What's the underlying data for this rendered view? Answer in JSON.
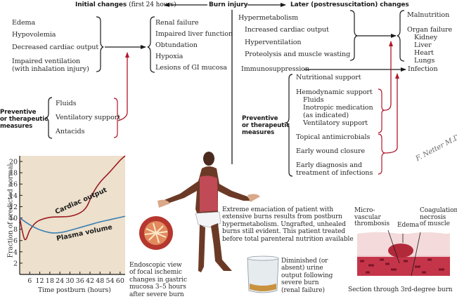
{
  "header": {
    "burn_injury": "Burn injury",
    "initial_changes_bold": "Initial changes",
    "initial_changes_note": "(first 24 hours)",
    "later_changes": "Later (postresuscitation) changes"
  },
  "initial": {
    "causes": [
      "Edema",
      "Hypovolemia",
      "Decreased cardiac output",
      "Impaired ventilation",
      "(with inhalation injury)"
    ],
    "effects": [
      "Renal failure",
      "Impaired liver function",
      "Obtundation",
      "Hypoxia",
      "Lesions of GI mucosa"
    ],
    "measures_label": [
      "Preventive",
      "or therapeutic",
      "measures"
    ],
    "measures": [
      "Fluids",
      "Ventilatory support",
      "Antacids"
    ]
  },
  "later": {
    "causes": [
      "Hypermetabolism",
      "Increased cardiac output",
      "Hyperventilation",
      "Proteolysis and muscle wasting"
    ],
    "effects": [
      "Malnutrition",
      "Organ failure",
      "Kidney",
      "Liver",
      "Heart",
      "Lungs"
    ],
    "immuno": "Immunosuppression",
    "infection": "Infection",
    "measures_label": [
      "Preventive",
      "or therapeutic",
      "measures"
    ],
    "measures": [
      "Nutritional support",
      "Hemodynamic support",
      "Fluids",
      "Inotropic medication",
      "(as indicated)",
      "Ventilatory support",
      "Topical antimicrobials",
      "Early wound closure",
      "Early diagnosis and",
      "treatment of infections"
    ]
  },
  "signature": "F. Netter M.D.",
  "captions": {
    "endoscopic": [
      "Endoscopic view",
      "of focal ischemic",
      "changes in gastric",
      "mucosa 3–5 hours",
      "after severe burn"
    ],
    "patient": [
      "Extreme emaciation of patient with",
      "extensive burns results from postburn",
      "hypermetabolism. Ungrafted, unhealed",
      "burns still evident. This patient treated",
      "before total parenteral nutrition available"
    ],
    "urine": [
      "Diminished (or",
      "absent) urine",
      "output following",
      "severe burn",
      "(renal failure)"
    ],
    "section": "Section through 3rd-degree burn",
    "micro": [
      "Micro-",
      "vascular",
      "thrombosis"
    ],
    "edema": "Edema",
    "coag": [
      "Coagulation",
      "necrosis",
      "of muscle"
    ]
  },
  "colors": {
    "red_arrow": "#b0182a",
    "cardiac_line": "#9b1b22",
    "plasma_line": "#3a7fb5",
    "chart_bg": "#ede0cc"
  },
  "chart_data": {
    "type": "line",
    "title": "",
    "xlabel": "Time postburn (hours)",
    "ylabel": "Fraction of predicted normal",
    "xlim": [
      0,
      63
    ],
    "ylim": [
      0,
      21
    ],
    "xticks": [
      6,
      12,
      18,
      24,
      30,
      36,
      42,
      48,
      54,
      60
    ],
    "yticks": [
      2,
      4,
      6,
      8,
      10,
      12,
      14,
      16,
      18,
      20
    ],
    "grid": false,
    "series": [
      {
        "name": "Cardiac output",
        "x": [
          0,
          3,
          6,
          9,
          12,
          18,
          24,
          30,
          36,
          40,
          44,
          48,
          54,
          60,
          63
        ],
        "y": [
          10,
          6.2,
          7.8,
          9.0,
          9.6,
          10.1,
          10.2,
          10.3,
          10.9,
          12.0,
          14.5,
          16.3,
          18.2,
          20.2,
          21
        ]
      },
      {
        "name": "Plasma volume",
        "x": [
          0,
          6,
          12,
          18,
          22,
          26,
          30,
          36,
          42,
          48,
          54,
          60,
          63
        ],
        "y": [
          10,
          8.8,
          7.9,
          7.4,
          7.35,
          7.5,
          7.8,
          8.3,
          8.8,
          9.3,
          9.7,
          10.1,
          10.3
        ]
      }
    ]
  }
}
